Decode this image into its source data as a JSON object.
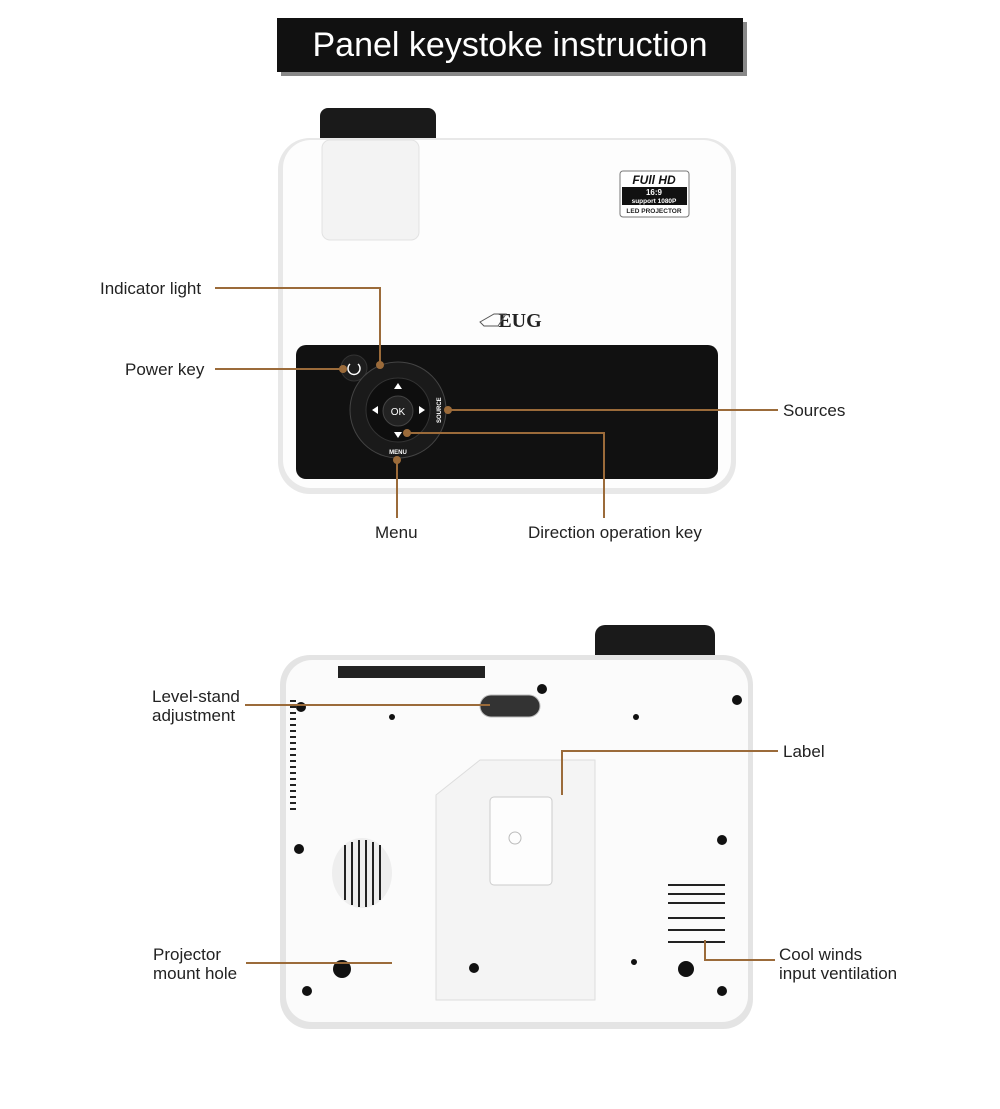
{
  "title": "Panel keystoke instruction",
  "top_view": {
    "labels": {
      "indicator": "Indicator light",
      "power": "Power key",
      "sources": "Sources",
      "menu": "Menu",
      "direction": "Direction operation key"
    },
    "badge": {
      "line1": "FUll HD",
      "line2": "16:9",
      "line3": "support 1080P",
      "line4": "LED PROJECTOR"
    },
    "brand": "EUG",
    "keys": {
      "ok": "OK",
      "source": "SOURCE",
      "menu": "MENU"
    }
  },
  "bottom_view": {
    "labels": {
      "level_1": "Level-stand",
      "level_2": "adjustment",
      "label": "Label",
      "mount_1": "Projector",
      "mount_2": "mount hole",
      "vent_1": "Cool winds",
      "vent_2": "input ventilation"
    }
  },
  "colors": {
    "leader": "#9b6b3a",
    "panel": "#111111"
  }
}
